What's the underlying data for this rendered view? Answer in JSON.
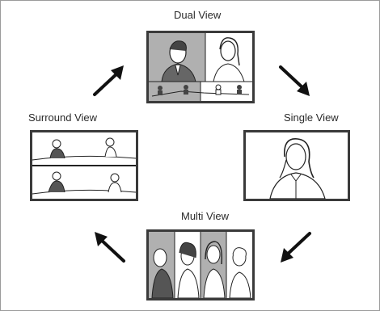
{
  "title": "Dual View",
  "modes": {
    "dual": "Dual View",
    "single": "Single View",
    "multi": "Multi View",
    "surround": "Surround View"
  },
  "colors": {
    "panel_border": "#3a3a3a",
    "shade": "#b0b0b0",
    "line": "#222222",
    "arrow": "#111111"
  },
  "icons": {
    "arrow_dual_to_single": "arrow-down-right-icon",
    "arrow_single_to_multi": "arrow-down-left-icon",
    "arrow_multi_to_surround": "arrow-up-left-icon",
    "arrow_surround_to_dual": "arrow-up-right-icon"
  }
}
